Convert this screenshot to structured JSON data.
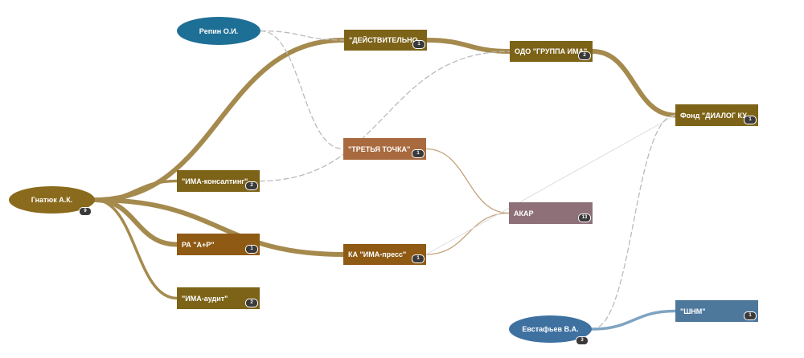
{
  "colors": {
    "person_brown": "#8a6a1c",
    "person_blue": "#3f71a0",
    "person_teal": "#1e6f96",
    "org_olive": "#7d6318",
    "org_amber": "#8f5a14",
    "org_terracotta": "#a86a3e",
    "org_mauve": "#8e7078",
    "org_steel": "#4e779c",
    "edge_gold": "#a58a4e",
    "edge_tan": "#c4a47e",
    "edge_blue": "#7fa3c2",
    "edge_dash": "#bbbbbb",
    "edge_faint": "#dddddd"
  },
  "nodes": [
    {
      "id": "gnatyuk",
      "label": "Гнатюк А.К.",
      "count": "9",
      "shape": "ellipse",
      "color": "person_brown",
      "icon": "person-node-icon"
    },
    {
      "id": "repin",
      "label": "Рeпин О.И.",
      "count": "",
      "shape": "ellipse",
      "color": "person_teal",
      "icon": "person-node-icon"
    },
    {
      "id": "evstafiev",
      "label": "Евстафьев В.А.",
      "count": "3",
      "shape": "ellipse",
      "color": "person_blue",
      "icon": "person-node-icon"
    },
    {
      "id": "deystv",
      "label": "\"ДЕЙСТВИТЕЛЬНОСТЬ\"",
      "count": "1",
      "shape": "rect",
      "color": "org_olive"
    },
    {
      "id": "gruppa",
      "label": "ОДО \"ГРУППА ИМА\"",
      "count": "2",
      "shape": "rect",
      "color": "org_olive"
    },
    {
      "id": "fond",
      "label": "Фонд \"ДИАЛОГ КУЛЬ...",
      "count": "1",
      "shape": "rect",
      "color": "org_olive"
    },
    {
      "id": "tretya",
      "label": "\"ТРЕТЬЯ ТОЧКА\"",
      "count": "1",
      "shape": "rect",
      "color": "org_terracotta"
    },
    {
      "id": "ima_kons",
      "label": "\"ИМА-консалтинг\"",
      "count": "2",
      "shape": "rect",
      "color": "org_olive"
    },
    {
      "id": "akar",
      "label": "АКАР",
      "count": "13",
      "shape": "rect",
      "color": "org_mauve"
    },
    {
      "id": "ra",
      "label": "РА \"А+Р\"",
      "count": "1",
      "shape": "rect",
      "color": "org_amber"
    },
    {
      "id": "ka",
      "label": "КА \"ИМА-пресс\"",
      "count": "1",
      "shape": "rect",
      "color": "org_amber"
    },
    {
      "id": "audit",
      "label": "\"ИМА-аудит\"",
      "count": "2",
      "shape": "rect",
      "color": "org_olive"
    },
    {
      "id": "shnm",
      "label": "\"ШНМ\"",
      "count": "1",
      "shape": "rect",
      "color": "org_steel"
    }
  ],
  "edges": [
    {
      "from": "gnatyuk",
      "to": "deystv",
      "style": "thick",
      "color": "edge_gold"
    },
    {
      "from": "deystv",
      "to": "gruppa",
      "style": "thick",
      "color": "edge_gold"
    },
    {
      "from": "gruppa",
      "to": "fond",
      "style": "thick",
      "color": "edge_gold"
    },
    {
      "from": "gnatyuk",
      "to": "ima_kons",
      "style": "medium",
      "color": "edge_gold"
    },
    {
      "from": "gnatyuk",
      "to": "ra",
      "style": "thick",
      "color": "edge_gold"
    },
    {
      "from": "gnatyuk",
      "to": "ka",
      "style": "thick",
      "color": "edge_gold"
    },
    {
      "from": "gnatyuk",
      "to": "audit",
      "style": "medium",
      "color": "edge_gold"
    },
    {
      "from": "ima_kons",
      "to": "gruppa",
      "style": "dashed",
      "color": "edge_dash"
    },
    {
      "from": "repin",
      "to": "deystv",
      "style": "dashed",
      "color": "edge_dash"
    },
    {
      "from": "repin",
      "to": "tretya",
      "style": "dashed",
      "color": "edge_dash"
    },
    {
      "from": "tretya",
      "to": "akar",
      "style": "thin",
      "color": "edge_tan"
    },
    {
      "from": "ka",
      "to": "akar",
      "style": "thin",
      "color": "edge_tan"
    },
    {
      "from": "ka",
      "to": "fond",
      "style": "faint",
      "color": "edge_faint"
    },
    {
      "from": "evstafiev",
      "to": "fond",
      "style": "dashed",
      "color": "edge_dash"
    },
    {
      "from": "evstafiev",
      "to": "shnm",
      "style": "medium",
      "color": "edge_blue"
    }
  ]
}
